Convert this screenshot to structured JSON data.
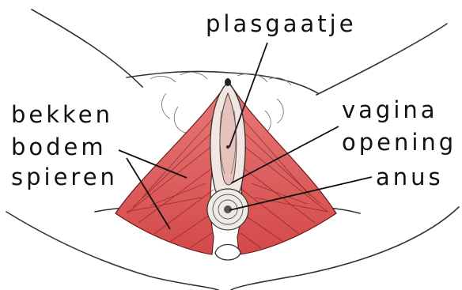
{
  "labels": {
    "urethral_opening": "plasgaatje",
    "pelvic_floor_line1": "bekken",
    "pelvic_floor_line2": "bodem",
    "pelvic_floor_line3": "spieren",
    "vaginal_opening_line1": "vagina",
    "vaginal_opening_line2": "opening",
    "anus": "anus"
  },
  "colors": {
    "muscle": "#d9504f",
    "muscle_light": "#e98888",
    "muscle_fiber": "#8e2424",
    "outline": "#222222",
    "tissue": "#f2efe9"
  }
}
